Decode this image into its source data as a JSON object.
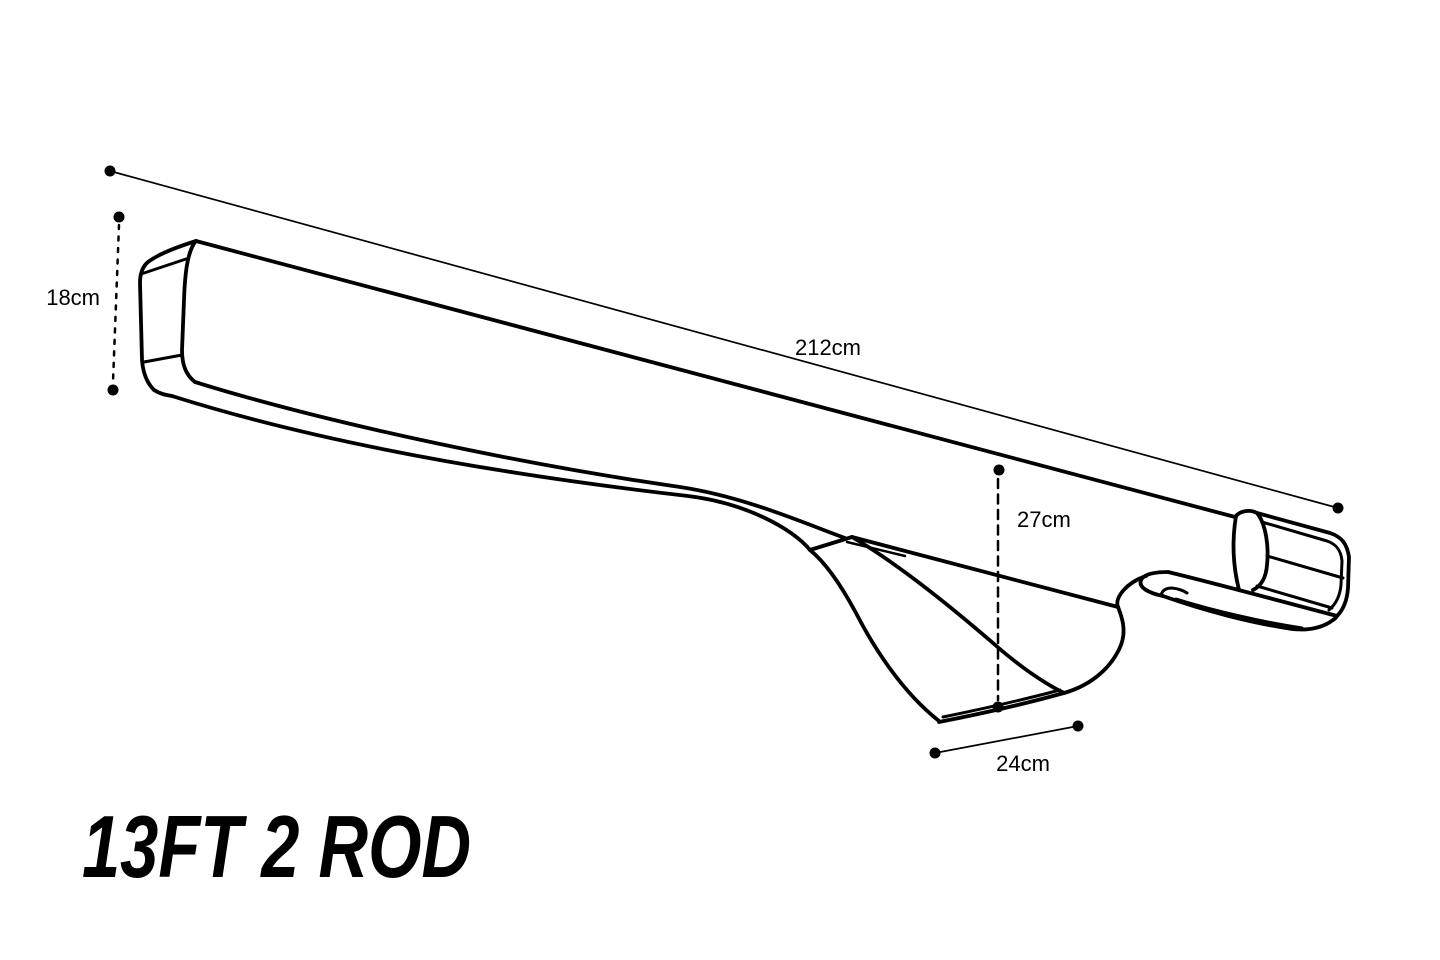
{
  "title": "13FT 2 ROD",
  "colors": {
    "ink": "#000000",
    "background": "#ffffff"
  },
  "dimensions": {
    "length": "212cm",
    "height": "18cm",
    "drop": "27cm",
    "base_width": "24cm"
  }
}
